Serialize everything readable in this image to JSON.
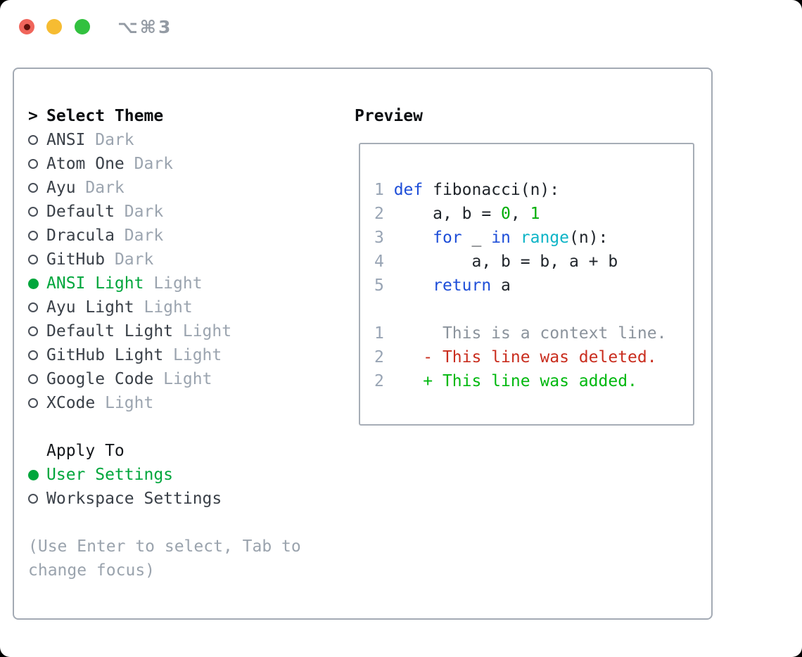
{
  "window": {
    "title": "⌥⌘3",
    "traffic_lights": [
      {
        "name": "close",
        "color": "#f0655b",
        "has_inner_dot": true
      },
      {
        "name": "minimize",
        "color": "#f6bc32",
        "has_inner_dot": false
      },
      {
        "name": "zoom",
        "color": "#32c13f",
        "has_inner_dot": false
      }
    ]
  },
  "theme_panel": {
    "header_prefix": ">",
    "header": "Select Theme",
    "themes": [
      {
        "name": "ANSI",
        "variant": "Dark",
        "selected": false
      },
      {
        "name": "Atom One",
        "variant": "Dark",
        "selected": false
      },
      {
        "name": "Ayu",
        "variant": "Dark",
        "selected": false
      },
      {
        "name": "Default",
        "variant": "Dark",
        "selected": false
      },
      {
        "name": "Dracula",
        "variant": "Dark",
        "selected": false
      },
      {
        "name": "GitHub",
        "variant": "Dark",
        "selected": false
      },
      {
        "name": "ANSI Light",
        "variant": "Light",
        "selected": true
      },
      {
        "name": "Ayu Light",
        "variant": "Light",
        "selected": false
      },
      {
        "name": "Default Light",
        "variant": "Light",
        "selected": false
      },
      {
        "name": "GitHub Light",
        "variant": "Light",
        "selected": false
      },
      {
        "name": "Google Code",
        "variant": "Light",
        "selected": false
      },
      {
        "name": "XCode",
        "variant": "Light",
        "selected": false
      }
    ],
    "apply_to": {
      "header": "Apply To",
      "options": [
        {
          "label": "User Settings",
          "selected": true
        },
        {
          "label": "Workspace Settings",
          "selected": false
        }
      ]
    },
    "help_text": "(Use Enter to select, Tab to change focus)"
  },
  "preview": {
    "header": "Preview",
    "code_lines": [
      {
        "num": "1",
        "tokens": [
          {
            "c": "kw",
            "t": "def"
          },
          {
            "c": "pl",
            "t": " fibonacci(n):"
          }
        ]
      },
      {
        "num": "2",
        "tokens": [
          {
            "c": "pl",
            "t": "    a, b = "
          },
          {
            "c": "nm",
            "t": "0"
          },
          {
            "c": "pl",
            "t": ", "
          },
          {
            "c": "nm",
            "t": "1"
          }
        ]
      },
      {
        "num": "3",
        "tokens": [
          {
            "c": "pl",
            "t": "    "
          },
          {
            "c": "kw",
            "t": "for"
          },
          {
            "c": "pl",
            "t": " _ "
          },
          {
            "c": "kw",
            "t": "in"
          },
          {
            "c": "pl",
            "t": " "
          },
          {
            "c": "fn",
            "t": "range"
          },
          {
            "c": "pl",
            "t": "(n):"
          }
        ]
      },
      {
        "num": "4",
        "tokens": [
          {
            "c": "pl",
            "t": "        a, b = b, a + b"
          }
        ]
      },
      {
        "num": "5",
        "tokens": [
          {
            "c": "pl",
            "t": "    "
          },
          {
            "c": "kw",
            "t": "return"
          },
          {
            "c": "pl",
            "t": " a"
          }
        ]
      }
    ],
    "diff_lines": [
      {
        "num": "1",
        "kind": "context",
        "content": "      This is a context line."
      },
      {
        "num": "2",
        "kind": "deleted",
        "content": "    - This line was deleted."
      },
      {
        "num": "2",
        "kind": "added",
        "content": "    + This line was added."
      }
    ]
  },
  "colors": {
    "selection_green": "#00a63c",
    "muted_gray": "#9ba4af",
    "line_number_gray": "#98a4b4",
    "keyword_blue": "#1e4ed8",
    "builtin_cyan": "#0db4c6",
    "number_green": "#00ae07",
    "diff_deleted_red": "#c92d1e",
    "diff_added_green": "#00b80f",
    "diff_context_gray": "#8b939c",
    "panel_border": "#a3aab4"
  }
}
